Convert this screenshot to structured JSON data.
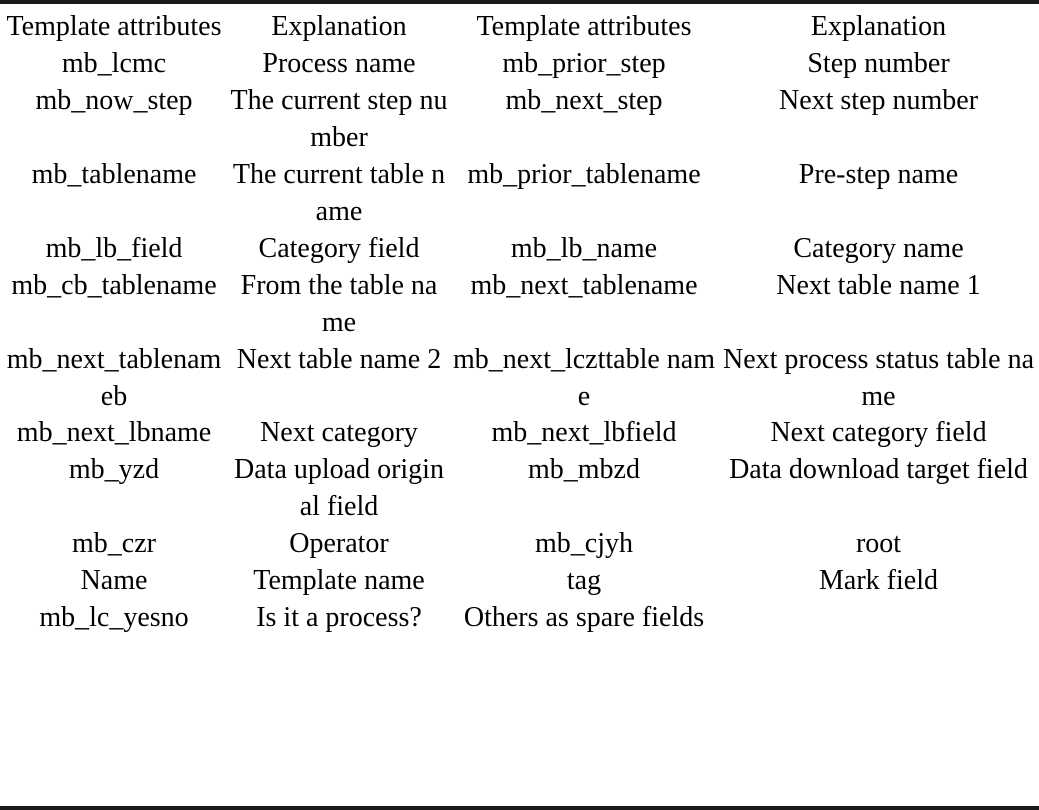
{
  "table": {
    "headers": [
      "Template attributes",
      "Explanation",
      "Template attributes",
      "Explanation"
    ],
    "rows": [
      [
        "mb_lcmc",
        "Process name",
        "mb_prior_step",
        "Step number"
      ],
      [
        "mb_now_step",
        "The current step number",
        "mb_next_step",
        "Next step number"
      ],
      [
        "mb_tablename",
        "The current table name",
        "mb_prior_tablename",
        "Pre-step name"
      ],
      [
        "mb_lb_field",
        "Category field",
        "mb_lb_name",
        "Category name"
      ],
      [
        "mb_cb_tablename",
        "From the table name",
        "mb_next_tablename",
        "Next table name 1"
      ],
      [
        "mb_next_tablenameb",
        "Next table name 2",
        "mb_next_lczttable name",
        "Next process status table name"
      ],
      [
        "mb_next_lbname",
        "Next category",
        "mb_next_lbfield",
        "Next category field"
      ],
      [
        "mb_yzd",
        "Data upload original field",
        "mb_mbzd",
        "Data download target field"
      ],
      [
        "mb_czr",
        "Operator",
        "mb_cjyh",
        "root"
      ],
      [
        "Name",
        "Template name",
        "tag",
        "Mark field"
      ],
      [
        "mb_lc_yesno",
        "Is it a process?",
        "Others as spare fields",
        ""
      ]
    ]
  },
  "style": {
    "rule_color": "#1a1a1a",
    "text_color": "#000000",
    "background": "#ffffff"
  }
}
